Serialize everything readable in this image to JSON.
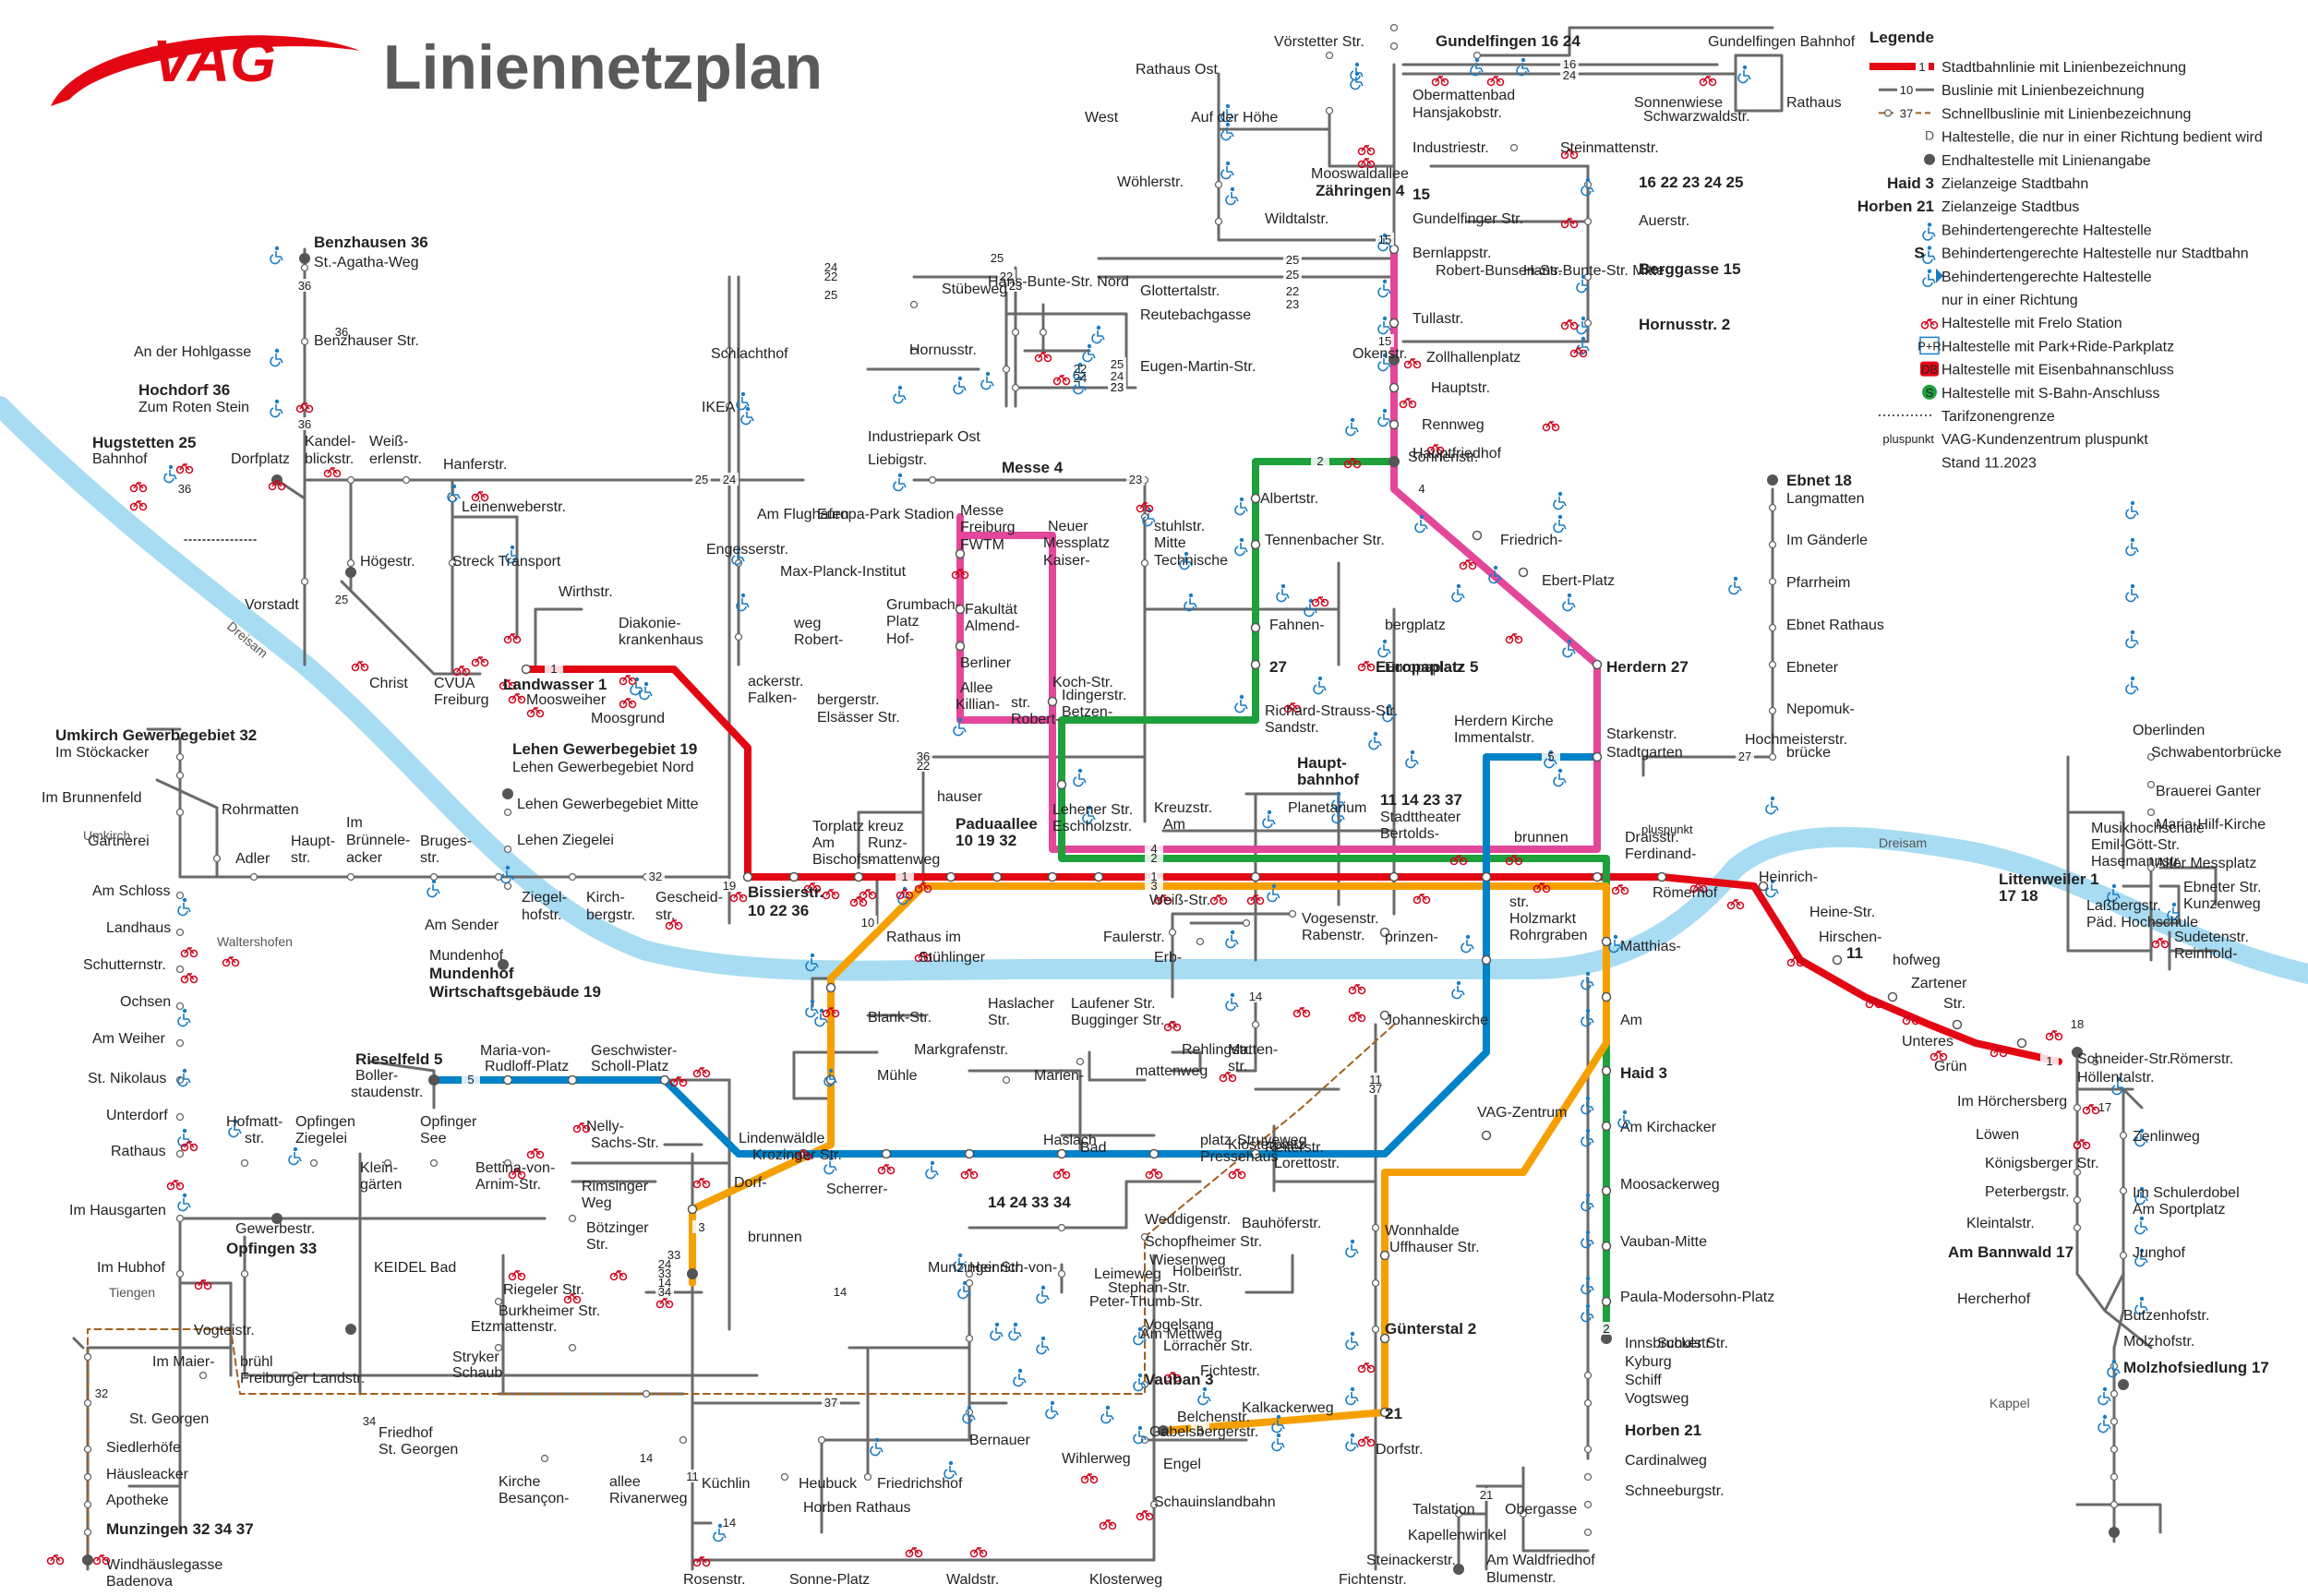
{
  "header": {
    "logo_text": "VAG",
    "title": "Liniennetzplan"
  },
  "legend": {
    "heading": "Legende",
    "items": [
      {
        "sym": "tram",
        "text": "Stadtbahnlinie mit Linienbezeichnung",
        "num": "1"
      },
      {
        "sym": "bus",
        "text": "Buslinie mit Linienbezeichnung",
        "num": "10"
      },
      {
        "sym": "express",
        "text": "Schnellbuslinie mit Linienbezeichnung",
        "num": "37"
      },
      {
        "sym": "oneway",
        "text": "Haltestelle, die nur in einer Richtung bedient wird"
      },
      {
        "sym": "terminus",
        "text": "Endhaltestelle mit Linienangabe"
      },
      {
        "sym": "tramdest",
        "text": "Zielanzeige Stadtbahn",
        "sample": "Haid 3"
      },
      {
        "sym": "busdest",
        "text": "Zielanzeige Stadtbus",
        "sample": "Horben 21"
      },
      {
        "sym": "access",
        "text": "Behindertengerechte Haltestelle"
      },
      {
        "sym": "access-s",
        "text": "Behindertengerechte Haltestelle nur Stadtbahn"
      },
      {
        "sym": "access-dir",
        "text": "Behindertengerechte Haltestelle"
      },
      {
        "sym": "none",
        "text": "nur in einer Richtung"
      },
      {
        "sym": "bike",
        "text": "Haltestelle mit Frelo Station"
      },
      {
        "sym": "pr",
        "text": "Haltestelle mit Park+Ride-Parkplatz"
      },
      {
        "sym": "db",
        "text": "Haltestelle mit Eisenbahnanschluss"
      },
      {
        "sym": "sbahn",
        "text": "Haltestelle mit S-Bahn-Anschluss"
      },
      {
        "sym": "zone",
        "text": "Tarifzonengrenze"
      },
      {
        "sym": "plus",
        "text": "VAG-Kundenzentrum pluspunkt",
        "sample": "pluspunkt"
      },
      {
        "sym": "none",
        "text": "Stand  11.2023"
      }
    ]
  },
  "colors": {
    "line1": "#e30613",
    "line2": "#1ea03c",
    "line3": "#f5a000",
    "line4": "#e2479a",
    "line5": "#0082c8",
    "river": "#a8dcf2",
    "bus": "#6a6a6a",
    "express": "#a0601f",
    "access": "#1a7cc2",
    "bike": "#d0021b"
  },
  "rivers": [
    "Dreisam",
    "Dreisam"
  ],
  "areas": [
    "Umkirch",
    "Waltershofen",
    "Tiengen",
    "Kappel"
  ],
  "stops": [
    {
      "t": "Benzhausen  36",
      "b": true
    },
    {
      "t": "St.-Agatha-Weg"
    },
    {
      "t": "Benzhauser Str."
    },
    {
      "t": "An der Hohlgasse"
    },
    {
      "t": "Hochdorf  36",
      "b": true
    },
    {
      "t": "Zum Roten Stein"
    },
    {
      "t": "Hugstetten  25",
      "b": true
    },
    {
      "t": "Bahnhof"
    },
    {
      "t": "Dorfplatz"
    },
    {
      "t": "Kandel-"
    },
    {
      "t": "blickstr."
    },
    {
      "t": "Weiß-"
    },
    {
      "t": "erlenstr."
    },
    {
      "t": "Hanferstr."
    },
    {
      "t": "Leinenweberstr."
    },
    {
      "t": "Högestr."
    },
    {
      "t": "Streck Transport"
    },
    {
      "t": "Vorstadt"
    },
    {
      "t": "Christ"
    },
    {
      "t": "CVUA"
    },
    {
      "t": "Freiburg"
    },
    {
      "t": "Wirthstr."
    },
    {
      "t": "Diakonie-"
    },
    {
      "t": "krankenhaus"
    },
    {
      "t": "Landwasser  1",
      "r": true
    },
    {
      "t": "Moosweiher"
    },
    {
      "t": "Moosgrund"
    },
    {
      "t": "Umkirch Gewerbegebiet  32",
      "b": true
    },
    {
      "t": "Im Stöckacker"
    },
    {
      "t": "Im Brunnenfeld"
    },
    {
      "t": "Rohrmatten"
    },
    {
      "t": "Gärtnerei"
    },
    {
      "t": "Adler"
    },
    {
      "t": "Haupt-"
    },
    {
      "t": "str."
    },
    {
      "t": "Im"
    },
    {
      "t": "Brünnele-"
    },
    {
      "t": "acker"
    },
    {
      "t": "Bruges-"
    },
    {
      "t": "str."
    },
    {
      "t": "Lehen Gewerbegebiet  19",
      "b": true
    },
    {
      "t": "Lehen Gewerbegebiet Nord"
    },
    {
      "t": "Lehen Gewerbegebiet Mitte"
    },
    {
      "t": "Lehen Ziegelei"
    },
    {
      "t": "Ziegel-"
    },
    {
      "t": "hofstr."
    },
    {
      "t": "Kirch-"
    },
    {
      "t": "bergstr."
    },
    {
      "t": "Gescheid-"
    },
    {
      "t": "str."
    },
    {
      "t": "Am Sender"
    },
    {
      "t": "Mundenhof"
    },
    {
      "t": "Mundenhof",
      "b": true
    },
    {
      "t": "Wirtschaftsgebäude  19",
      "b": true
    },
    {
      "t": "Am Schloss"
    },
    {
      "t": "Landhaus"
    },
    {
      "t": "Schutternstr."
    },
    {
      "t": "Ochsen"
    },
    {
      "t": "Am Weiher"
    },
    {
      "t": "St. Nikolaus"
    },
    {
      "t": "Unterdorf"
    },
    {
      "t": "Rathaus"
    },
    {
      "t": "Hofmatt-"
    },
    {
      "t": "str."
    },
    {
      "t": "Opfingen"
    },
    {
      "t": "Ziegelei"
    },
    {
      "t": "Opfinger"
    },
    {
      "t": "See"
    },
    {
      "t": "Klein-"
    },
    {
      "t": "gärten"
    },
    {
      "t": "Bettina-von-"
    },
    {
      "t": "Arnim-Str."
    },
    {
      "t": "Rieselfeld  5",
      "bl": true
    },
    {
      "t": "Boller-"
    },
    {
      "t": "staudenstr."
    },
    {
      "t": "Maria-von-"
    },
    {
      "t": "Rudloff-Platz"
    },
    {
      "t": "Geschwister-"
    },
    {
      "t": "Scholl-Platz"
    },
    {
      "t": "Nelly-"
    },
    {
      "t": "Sachs-Str."
    },
    {
      "t": "Rimsinger"
    },
    {
      "t": "Weg"
    },
    {
      "t": "Bötzinger"
    },
    {
      "t": "Str."
    },
    {
      "t": "Im Hausgarten"
    },
    {
      "t": "Gewerbestr."
    },
    {
      "t": "Opfingen  33",
      "b": true
    },
    {
      "t": "Im Hubhof"
    },
    {
      "t": "KEIDEL Bad"
    },
    {
      "t": "Riegeler Str."
    },
    {
      "t": "Burkheimer Str."
    },
    {
      "t": "Stryker"
    },
    {
      "t": "Schaub"
    },
    {
      "t": "Etzmattenstr."
    },
    {
      "t": "Vogteistr."
    },
    {
      "t": "Im Maier-"
    },
    {
      "t": "brühl"
    },
    {
      "t": "Freiburger Landstr."
    },
    {
      "t": "St. Georgen"
    },
    {
      "t": "Friedhof"
    },
    {
      "t": "St. Georgen"
    },
    {
      "t": "Kirche"
    },
    {
      "t": "Besançon-"
    },
    {
      "t": "allee"
    },
    {
      "t": "Rivanerweg"
    },
    {
      "t": "Siedlerhöfe"
    },
    {
      "t": "Häusleacker"
    },
    {
      "t": "Apotheke"
    },
    {
      "t": "Munzingen  32  34  37",
      "b": true
    },
    {
      "t": "Windhäuslegasse"
    },
    {
      "t": "Badenova"
    },
    {
      "t": "Schlachthof"
    },
    {
      "t": "IKEA"
    },
    {
      "t": "Am Flughafen"
    },
    {
      "t": "Europa-Park Stadion"
    },
    {
      "t": "Max-Planck-Institut"
    },
    {
      "t": "Engesserstr."
    },
    {
      "t": "Industriepark Ost"
    },
    {
      "t": "Liebigstr."
    },
    {
      "t": "Messe  4",
      "p": true
    },
    {
      "t": "Messe"
    },
    {
      "t": "Freiburg"
    },
    {
      "t": "FWTM"
    },
    {
      "t": "Neuer"
    },
    {
      "t": "Messplatz"
    },
    {
      "t": "Kaiser-"
    },
    {
      "t": "stuhlstr."
    },
    {
      "t": "Mitte"
    },
    {
      "t": "Technische"
    },
    {
      "t": "Fakultät"
    },
    {
      "t": "Almend-"
    },
    {
      "t": "weg"
    },
    {
      "t": "Robert-"
    },
    {
      "t": "Grumbach-"
    },
    {
      "t": "Platz"
    },
    {
      "t": "Hof-"
    },
    {
      "t": "ackerstr."
    },
    {
      "t": "Falken-"
    },
    {
      "t": "bergerstr."
    },
    {
      "t": "Elsässer Str."
    },
    {
      "t": "Berliner"
    },
    {
      "t": "Allee"
    },
    {
      "t": "Killian-"
    },
    {
      "t": "str."
    },
    {
      "t": "Robert-"
    },
    {
      "t": "Koch-Str."
    },
    {
      "t": "Idingerstr."
    },
    {
      "t": "Betzen-"
    },
    {
      "t": "hauser"
    },
    {
      "t": "Torplatz"
    },
    {
      "t": "Am"
    },
    {
      "t": "Bischofs-"
    },
    {
      "t": "kreuz"
    },
    {
      "t": "Runz-"
    },
    {
      "t": "mattenweg"
    },
    {
      "t": "Paduaallee",
      "b": true
    },
    {
      "t": "10  19  32",
      "b": true
    },
    {
      "t": "Bissierstr.",
      "b": true
    },
    {
      "t": "10  22  36",
      "b": true
    },
    {
      "t": "Rathaus im"
    },
    {
      "t": "Stühlinger"
    },
    {
      "t": "Lehener Str."
    },
    {
      "t": "Eschholzstr."
    },
    {
      "t": "Kreuzstr."
    },
    {
      "t": "Am"
    },
    {
      "t": "Planetarium"
    },
    {
      "t": "Haupt-",
      "b": true
    },
    {
      "t": "bahnhof",
      "b": true
    },
    {
      "t": "11  14  23  37",
      "b": true
    },
    {
      "t": "Stadttheater"
    },
    {
      "t": "Bertolds-"
    },
    {
      "t": "brunnen"
    },
    {
      "t": "Draisstr."
    },
    {
      "t": "Ferdinand-"
    },
    {
      "t": "Weiß-Str."
    },
    {
      "t": "Vogesenstr."
    },
    {
      "t": "Rabenstr."
    },
    {
      "t": "Faulerstr."
    },
    {
      "t": "Erb-"
    },
    {
      "t": "prinzen-"
    },
    {
      "t": "str."
    },
    {
      "t": "Holzmarkt"
    },
    {
      "t": "Rohrgraben"
    },
    {
      "t": "Matthias-"
    },
    {
      "t": "Blank-Str."
    },
    {
      "t": "Haslacher"
    },
    {
      "t": "Str."
    },
    {
      "t": "Laufener Str."
    },
    {
      "t": "Bugginger Str."
    },
    {
      "t": "Markgrafenstr."
    },
    {
      "t": "Mühle"
    },
    {
      "t": "Marien-"
    },
    {
      "t": "mattenweg"
    },
    {
      "t": "Rehlingstr."
    },
    {
      "t": "Matten-"
    },
    {
      "t": "str."
    },
    {
      "t": "Johanneskirche"
    },
    {
      "t": "Am"
    },
    {
      "t": "Lindenwäldle"
    },
    {
      "t": "Krozinger Str."
    },
    {
      "t": "Dorf-"
    },
    {
      "t": "brunnen"
    },
    {
      "t": "Scherrer-"
    },
    {
      "t": "platz"
    },
    {
      "t": "Haslach"
    },
    {
      "t": "Bad"
    },
    {
      "t": "Pressehaus"
    },
    {
      "t": "Reiterstr."
    },
    {
      "t": "Lorettostr."
    },
    {
      "t": "VAG-Zentrum"
    },
    {
      "t": "Haid  3",
      "o": true
    },
    {
      "t": "11",
      "b": true
    },
    {
      "t": "14  24  33  34",
      "b": true
    },
    {
      "t": "Munzinger Str."
    },
    {
      "t": "Heinrich-von-"
    },
    {
      "t": "Stephan-Str."
    },
    {
      "t": "Holbeinstr."
    },
    {
      "t": "Fichtestr."
    },
    {
      "t": "Belchenstr."
    },
    {
      "t": "Bauhöferstr."
    },
    {
      "t": "Weddigenstr."
    },
    {
      "t": "Wonnhalde"
    },
    {
      "t": "Uffhauser Str."
    },
    {
      "t": "Am Kirchacker"
    },
    {
      "t": "Schopfheimer Str."
    },
    {
      "t": "Peter-Thumb-Str."
    },
    {
      "t": "Wiesenweg"
    },
    {
      "t": "Klosterplatz"
    },
    {
      "t": "Struveweg"
    },
    {
      "t": "Lörracher Str."
    },
    {
      "t": "Günterstal  2",
      "g": true
    },
    {
      "t": "21",
      "b": true
    },
    {
      "t": "Dorfstr."
    },
    {
      "t": "Vogelsang"
    },
    {
      "t": "Moosackerweg"
    },
    {
      "t": "Am Mettweg"
    },
    {
      "t": "Vauban-Mitte"
    },
    {
      "t": "Paula-Modersohn-Platz"
    },
    {
      "t": "Leimeweg"
    },
    {
      "t": "Vauban  3",
      "o": true
    },
    {
      "t": "Innsbrucker Str."
    },
    {
      "t": "Kyburg"
    },
    {
      "t": "Schulstr."
    },
    {
      "t": "Schiff"
    },
    {
      "t": "Wihlerweg"
    },
    {
      "t": "Bernauer"
    },
    {
      "t": "Kalkackerweg"
    },
    {
      "t": "Gabelsbergerstr."
    },
    {
      "t": "Engel"
    },
    {
      "t": "Vogtsweg"
    },
    {
      "t": "Küchlin"
    },
    {
      "t": "Heubuck"
    },
    {
      "t": "Friedrichshof"
    },
    {
      "t": "Horben  21",
      "b": true
    },
    {
      "t": "Horben Rathaus"
    },
    {
      "t": "Schauinslandbahn"
    },
    {
      "t": "Talstation"
    },
    {
      "t": "Obergasse"
    },
    {
      "t": "Cardinalweg"
    },
    {
      "t": "Kapellenwinkel"
    },
    {
      "t": "Schneeburgstr."
    },
    {
      "t": "Steinackerstr."
    },
    {
      "t": "Fichtenstr."
    },
    {
      "t": "Am Waldfriedhof"
    },
    {
      "t": "Blumenstr."
    },
    {
      "t": "Rosenstr."
    },
    {
      "t": "Sonne-Platz"
    },
    {
      "t": "Waldstr."
    },
    {
      "t": "Klosterweg"
    },
    {
      "t": "Vörstetter Str."
    },
    {
      "t": "Gundelfingen  16  24",
      "b": true
    },
    {
      "t": "Gundelfingen Bahnhof"
    },
    {
      "t": "Rathaus Ost"
    },
    {
      "t": "Obermattenbad"
    },
    {
      "t": "Hansjakobstr."
    },
    {
      "t": "Rathaus"
    },
    {
      "t": "West"
    },
    {
      "t": "Auf der Höhe"
    },
    {
      "t": "Sonnenwiese"
    },
    {
      "t": "Schwarzwaldstr."
    },
    {
      "t": "Industriestr."
    },
    {
      "t": "Steinmattenstr."
    },
    {
      "t": "Wöhlerstr."
    },
    {
      "t": "Mooswaldallee"
    },
    {
      "t": "Zähringen  4",
      "p": true
    },
    {
      "t": "15",
      "b": true
    },
    {
      "t": "16  22  23  24  25",
      "b": true
    },
    {
      "t": "Gundelfinger Str."
    },
    {
      "t": "Wildtalstr."
    },
    {
      "t": "Auerstr."
    },
    {
      "t": "Hans-Bunte-Str. Nord"
    },
    {
      "t": "Glottertalstr."
    },
    {
      "t": "Bernlappstr."
    },
    {
      "t": "Robert-Bunsen-Str."
    },
    {
      "t": "Hans-Bunte-Str. Mitte"
    },
    {
      "t": "Berggasse  15",
      "b": true
    },
    {
      "t": "Stübeweg"
    },
    {
      "t": "Reutebachgasse"
    },
    {
      "t": "Tullastr."
    },
    {
      "t": "Hornusstr.  2",
      "g": true
    },
    {
      "t": "Hornusstr."
    },
    {
      "t": "Eugen-Martin-Str."
    },
    {
      "t": "Zollhallenplatz"
    },
    {
      "t": "Okenstr."
    },
    {
      "t": "Hauptstr."
    },
    {
      "t": "Rennweg"
    },
    {
      "t": "Sonnenstr."
    },
    {
      "t": "Hauptfriedhof"
    },
    {
      "t": "Albertstr."
    },
    {
      "t": "Tennenbacher Str."
    },
    {
      "t": "Friedrich-"
    },
    {
      "t": "Ebert-Platz"
    },
    {
      "t": "Fahnen-"
    },
    {
      "t": "bergplatz"
    },
    {
      "t": "Europaplatz  5",
      "bl": true
    },
    {
      "t": "27",
      "b": true
    },
    {
      "t": "Europaplatz"
    },
    {
      "t": "Herdern  27",
      "b": true
    },
    {
      "t": "Richard-Strauss-Str."
    },
    {
      "t": "Sandstr."
    },
    {
      "t": "Herdern Kirche"
    },
    {
      "t": "Immentalstr."
    },
    {
      "t": "Starkenstr."
    },
    {
      "t": "Hochmeisterstr."
    },
    {
      "t": "Stadtgarten"
    },
    {
      "t": "Ebnet  18",
      "b": true
    },
    {
      "t": "Langmatten"
    },
    {
      "t": "Im Gänderle"
    },
    {
      "t": "Pfarrheim"
    },
    {
      "t": "Ebnet Rathaus"
    },
    {
      "t": "Ebneter"
    },
    {
      "t": "Nepomuk-"
    },
    {
      "t": "brücke"
    },
    {
      "t": "Oberlinden"
    },
    {
      "t": "Schwabentorbrücke"
    },
    {
      "t": "Brauerei Ganter"
    },
    {
      "t": "Maria-Hilf-Kirche"
    },
    {
      "t": "Alter Messplatz"
    },
    {
      "t": "Musikhochschule"
    },
    {
      "t": "Emil-Gött-Str."
    },
    {
      "t": "Hasemannstr."
    },
    {
      "t": "Römerhof"
    },
    {
      "t": "Heinrich-"
    },
    {
      "t": "Heine-Str."
    },
    {
      "t": "Hirschen-"
    },
    {
      "t": "hofweg"
    },
    {
      "t": "Zartener"
    },
    {
      "t": "Str."
    },
    {
      "t": "Unteres"
    },
    {
      "t": "Grün"
    },
    {
      "t": "Littenweiler  1",
      "r": true
    },
    {
      "t": "17  18",
      "b": true
    },
    {
      "t": "Laßbergstr."
    },
    {
      "t": "Päd. Hochschule"
    },
    {
      "t": "Ebneter Str."
    },
    {
      "t": "Kunzenweg"
    },
    {
      "t": "Sudetenstr."
    },
    {
      "t": "Reinhold-"
    },
    {
      "t": "Schneider-Str."
    },
    {
      "t": "Römerstr."
    },
    {
      "t": "Höllentalstr."
    },
    {
      "t": "Im Hörchersberg"
    },
    {
      "t": "Zenlinweg"
    },
    {
      "t": "Löwen"
    },
    {
      "t": "Königsberger Str."
    },
    {
      "t": "Im Schulerdobel"
    },
    {
      "t": "Am Sportplatz"
    },
    {
      "t": "Peterbergstr."
    },
    {
      "t": "Kleintalstr."
    },
    {
      "t": "Am Bannwald  17",
      "b": true
    },
    {
      "t": "Junghof"
    },
    {
      "t": "Hercherhof"
    },
    {
      "t": "Butzenhofstr."
    },
    {
      "t": "Molzhofstr."
    },
    {
      "t": "Molzhofsiedlung  17",
      "b": true
    }
  ],
  "line_numbers": [
    "36",
    "36",
    "25",
    "36",
    "36",
    "25",
    "24",
    "25",
    "22",
    "24",
    "25",
    "25",
    "22",
    "23",
    "16",
    "24",
    "15",
    "25",
    "25",
    "22",
    "23",
    "22",
    "24",
    "23",
    "25",
    "24",
    "23",
    "15",
    "22",
    "23",
    "27",
    "2",
    "4",
    "1",
    "1",
    "5",
    "19",
    "32",
    "4",
    "2",
    "1",
    "3",
    "5",
    "10",
    "22",
    "36",
    "14",
    "11",
    "37",
    "33",
    "34",
    "24",
    "33",
    "14",
    "34",
    "32",
    "37",
    "14",
    "14",
    "11",
    "14",
    "21",
    "3",
    "18",
    "17",
    "1",
    "5",
    "3",
    "2"
  ],
  "pluspunkt": "pluspunkt"
}
